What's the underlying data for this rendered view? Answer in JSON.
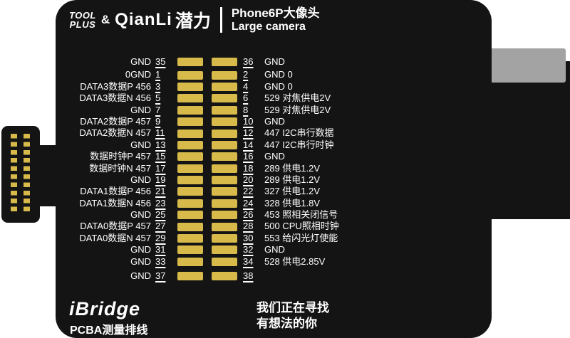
{
  "header": {
    "brand1_line1": "TOOL",
    "brand1_line2": "PLUS",
    "ampersand": "&",
    "brand2_en": "QianLi",
    "brand2_cn": "潜力",
    "product_cn": "Phone6P大像头",
    "product_en": "Large camera"
  },
  "pin_table": {
    "rows": [
      {
        "left_label": "GND",
        "left_pin": "35",
        "right_pin": "36",
        "right_label": "GND"
      },
      {
        "left_label": "0GND",
        "left_pin": "1",
        "right_pin": "2",
        "right_label": "GND 0"
      },
      {
        "left_label": "DATA3数据P 456",
        "left_pin": "3",
        "right_pin": "4",
        "right_label": "GND 0"
      },
      {
        "left_label": "DATA3数据N 456",
        "left_pin": "5",
        "right_pin": "6",
        "right_label": "529 对焦供电2V"
      },
      {
        "left_label": "GND",
        "left_pin": "7",
        "right_pin": "8",
        "right_label": "529 对焦供电2V"
      },
      {
        "left_label": "DATA2数据P 457",
        "left_pin": "9",
        "right_pin": "10",
        "right_label": "GND"
      },
      {
        "left_label": "DATA2数据N 457",
        "left_pin": "11",
        "right_pin": "12",
        "right_label": "447 I2C串行数据"
      },
      {
        "left_label": "GND",
        "left_pin": "13",
        "right_pin": "14",
        "right_label": "447 I2C串行时钟"
      },
      {
        "left_label": "数据时钟P 457",
        "left_pin": "15",
        "right_pin": "16",
        "right_label": "GND"
      },
      {
        "left_label": "数据时钟N 457",
        "left_pin": "17",
        "right_pin": "18",
        "right_label": "289 供电1.2V"
      },
      {
        "left_label": "GND",
        "left_pin": "19",
        "right_pin": "20",
        "right_label": "289 供电1.2V"
      },
      {
        "left_label": "DATA1数据P 456",
        "left_pin": "21",
        "right_pin": "22",
        "right_label": "327 供电1.2V"
      },
      {
        "left_label": "DATA1数据N 456",
        "left_pin": "23",
        "right_pin": "24",
        "right_label": "328 供电1.8V"
      },
      {
        "left_label": "GND",
        "left_pin": "25",
        "right_pin": "26",
        "right_label": "453 照相关闭信号"
      },
      {
        "left_label": "DATA0数据P 457",
        "left_pin": "27",
        "right_pin": "28",
        "right_label": "500 CPU照相时钟"
      },
      {
        "left_label": "DATA0数据N 457",
        "left_pin": "29",
        "right_pin": "30",
        "right_label": "553 给闪光灯使能"
      },
      {
        "left_label": "GND",
        "left_pin": "31",
        "right_pin": "32",
        "right_label": "GND"
      },
      {
        "left_label": "GND",
        "left_pin": "33",
        "right_pin": "34",
        "right_label": "528 供电2.85V"
      },
      {
        "left_label": "GND",
        "left_pin": "37",
        "right_pin": "38",
        "right_label": ""
      }
    ]
  },
  "footer": {
    "logo": "iBridge",
    "subtitle": "PCBA测量排线",
    "slogan_line1": "我们正在寻找",
    "slogan_line2": "有想法的你"
  },
  "colors": {
    "pcb_black": "#141414",
    "pad_gold": "#d7ba4a",
    "text_white": "#ffffff",
    "connector_gray": "#a3a3a3"
  }
}
